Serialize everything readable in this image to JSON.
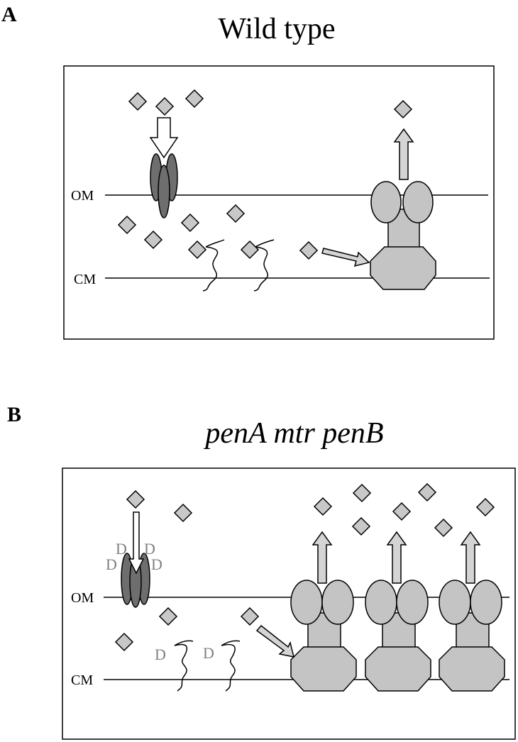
{
  "panelA": {
    "letter": "A",
    "title": "Wild type",
    "om_label": "OM",
    "cm_label": "CM"
  },
  "panelB": {
    "letter": "B",
    "title": "penA mtr penB",
    "om_label": "OM",
    "cm_label": "CM",
    "porin_d_labels": [
      "D",
      "D",
      "D",
      "D"
    ],
    "pbp_d_labels": [
      "D",
      "D"
    ]
  },
  "colors": {
    "porin": "#6e6e6e",
    "pump": "#c4c4c4",
    "antibiotic": "#c8c8c8"
  }
}
